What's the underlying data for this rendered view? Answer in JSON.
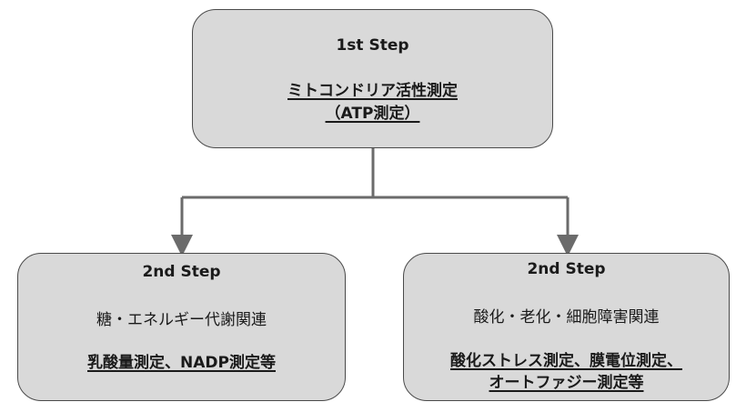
{
  "top": {
    "step": "1st Step",
    "line1": "ミトコンドリア活性測定",
    "line2": "（ATP測定）"
  },
  "left": {
    "step": "2nd Step",
    "line1": "糖・エネルギー代謝関連",
    "line2": "乳酸量測定、NADP測定等"
  },
  "right": {
    "step": "2nd Step",
    "line1": "酸化・老化・細胞障害関連",
    "line2": "酸化ストレス測定、膜電位測定、",
    "line3": "オートファジー測定等"
  },
  "colors": {
    "box_fill": "#d9d9d9",
    "box_border": "#4a4a4a",
    "connector": "#6b6b6b"
  }
}
